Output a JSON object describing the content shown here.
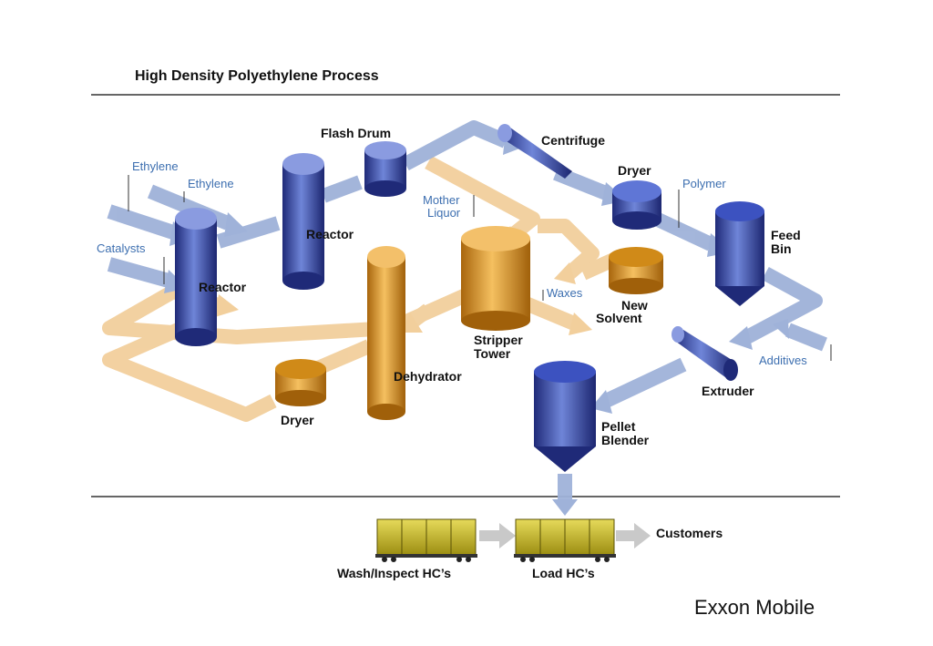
{
  "title": "High Density Polyethylene Process",
  "credit": "Exxon Mobile",
  "inputs": {
    "ethylene_1": "Ethylene",
    "ethylene_2": "Ethylene",
    "catalysts": "Catalysts",
    "mother_liquor_line1": "Mother",
    "mother_liquor_line2": "Liquor",
    "polymer": "Polymer",
    "waxes": "Waxes",
    "additives": "Additives"
  },
  "equipment": {
    "reactor_1": "Reactor",
    "reactor_2": "Reactor",
    "flash_drum": "Flash Drum",
    "centrifuge": "Centrifuge",
    "dryer_top": "Dryer",
    "feed_bin_line1": "Feed",
    "feed_bin_line2": "Bin",
    "stripper_tower_line1": "Stripper",
    "stripper_tower_line2": "Tower",
    "new_solvent_line1": "New",
    "new_solvent_line2": "Solvent",
    "dehydrator": "Dehydrator",
    "dryer_bottom": "Dryer",
    "extruder": "Extruder",
    "pellet_blender_line1": "Pellet",
    "pellet_blender_line2": "Blender"
  },
  "shipping": {
    "wash_inspect": "Wash/Inspect HC’s",
    "load": "Load HC’s",
    "customers": "Customers"
  },
  "colors": {
    "blue_stream": "#9fb2d9",
    "orange_stream": "#f2cf9c",
    "vessel_blue": "#2e3f9a",
    "vessel_orange": "#d9931c",
    "railcar": "#c8b82a",
    "label_blue": "#3d6fb0"
  }
}
